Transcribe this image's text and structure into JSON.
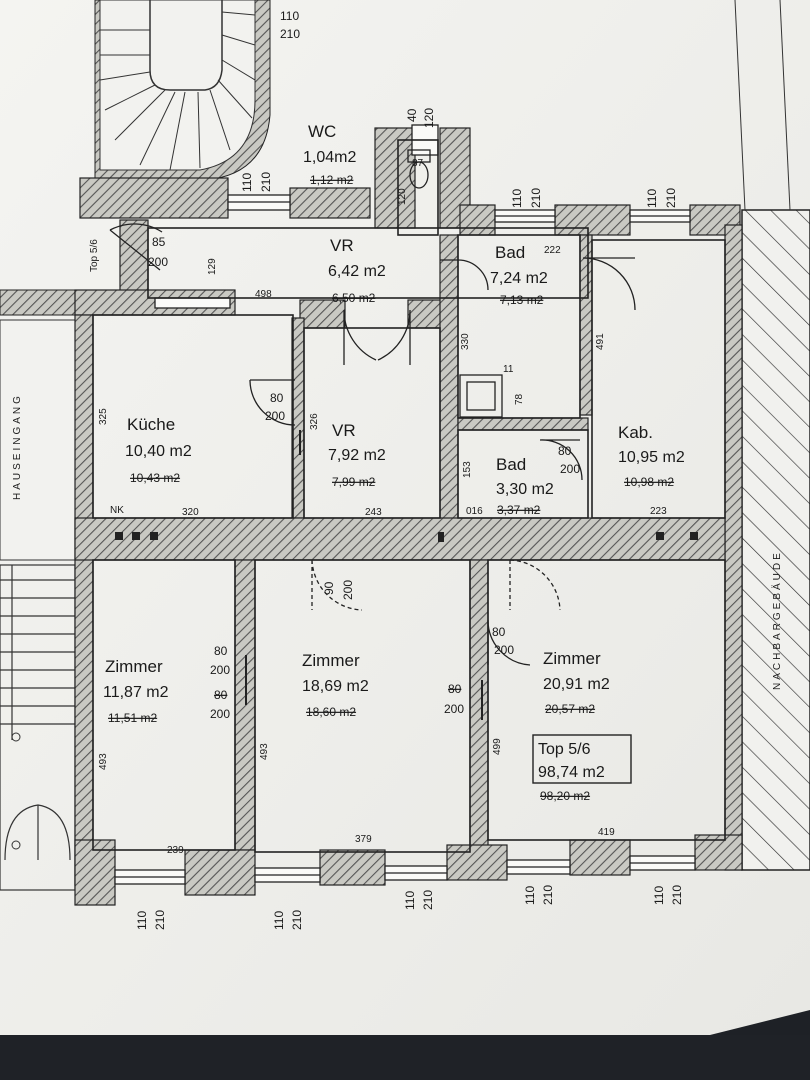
{
  "rooms": {
    "wc": {
      "name": "WC",
      "area": "1,04m2",
      "old": "1,12 m2"
    },
    "vr1": {
      "name": "VR",
      "area": "6,42 m2",
      "old": "6,50 m2"
    },
    "bad1": {
      "name": "Bad",
      "area": "7,24 m2",
      "old": "7,13 m2"
    },
    "kueche": {
      "name": "Küche",
      "area": "10,40 m2",
      "old": "10,43 m2"
    },
    "vr2": {
      "name": "VR",
      "area": "7,92 m2",
      "old": "7,99 m2"
    },
    "bad2": {
      "name": "Bad",
      "area": "3,30 m2",
      "old": "3,37 m2"
    },
    "kab": {
      "name": "Kab.",
      "area": "10,95 m2",
      "old": "10,98 m2"
    },
    "z1": {
      "name": "Zimmer",
      "area": "11,87 m2",
      "old": "11,51 m2"
    },
    "z2": {
      "name": "Zimmer",
      "area": "18,69 m2",
      "old": "18,60 m2"
    },
    "z3": {
      "name": "Zimmer",
      "area": "20,91 m2",
      "old": "20,57 m2"
    }
  },
  "unit": {
    "label": "Top 5/6",
    "area": "98,74 m2",
    "old": "98,20 m2"
  },
  "entrance_tag": "Top 5/6",
  "side_labels": {
    "left": "HAUSEINGANG",
    "right": "NACHBARGEBÄUDE"
  },
  "nk": "NK",
  "window_codes": {
    "w": "110",
    "h": "210"
  },
  "wc_window": {
    "w": "40",
    "h": "120"
  },
  "doors": {
    "d85_200": [
      "85",
      "200"
    ],
    "d80_200": [
      "80",
      "200"
    ],
    "d90_200": [
      "90",
      "200"
    ],
    "d80_200_struck": [
      "80",
      "200"
    ],
    "d87": "87"
  },
  "dims": {
    "d498": "498",
    "d129": "129",
    "d222": "222",
    "d330": "330",
    "d491": "491",
    "d11": "11",
    "d78": "78",
    "d325": "325",
    "d326": "326",
    "d153": "153",
    "d320": "320",
    "d243": "243",
    "d016": "016",
    "d223": "223",
    "d120": "120",
    "d493a": "493",
    "d493b": "493",
    "d499": "499",
    "d239": "239",
    "d379": "379",
    "d419": "419"
  }
}
